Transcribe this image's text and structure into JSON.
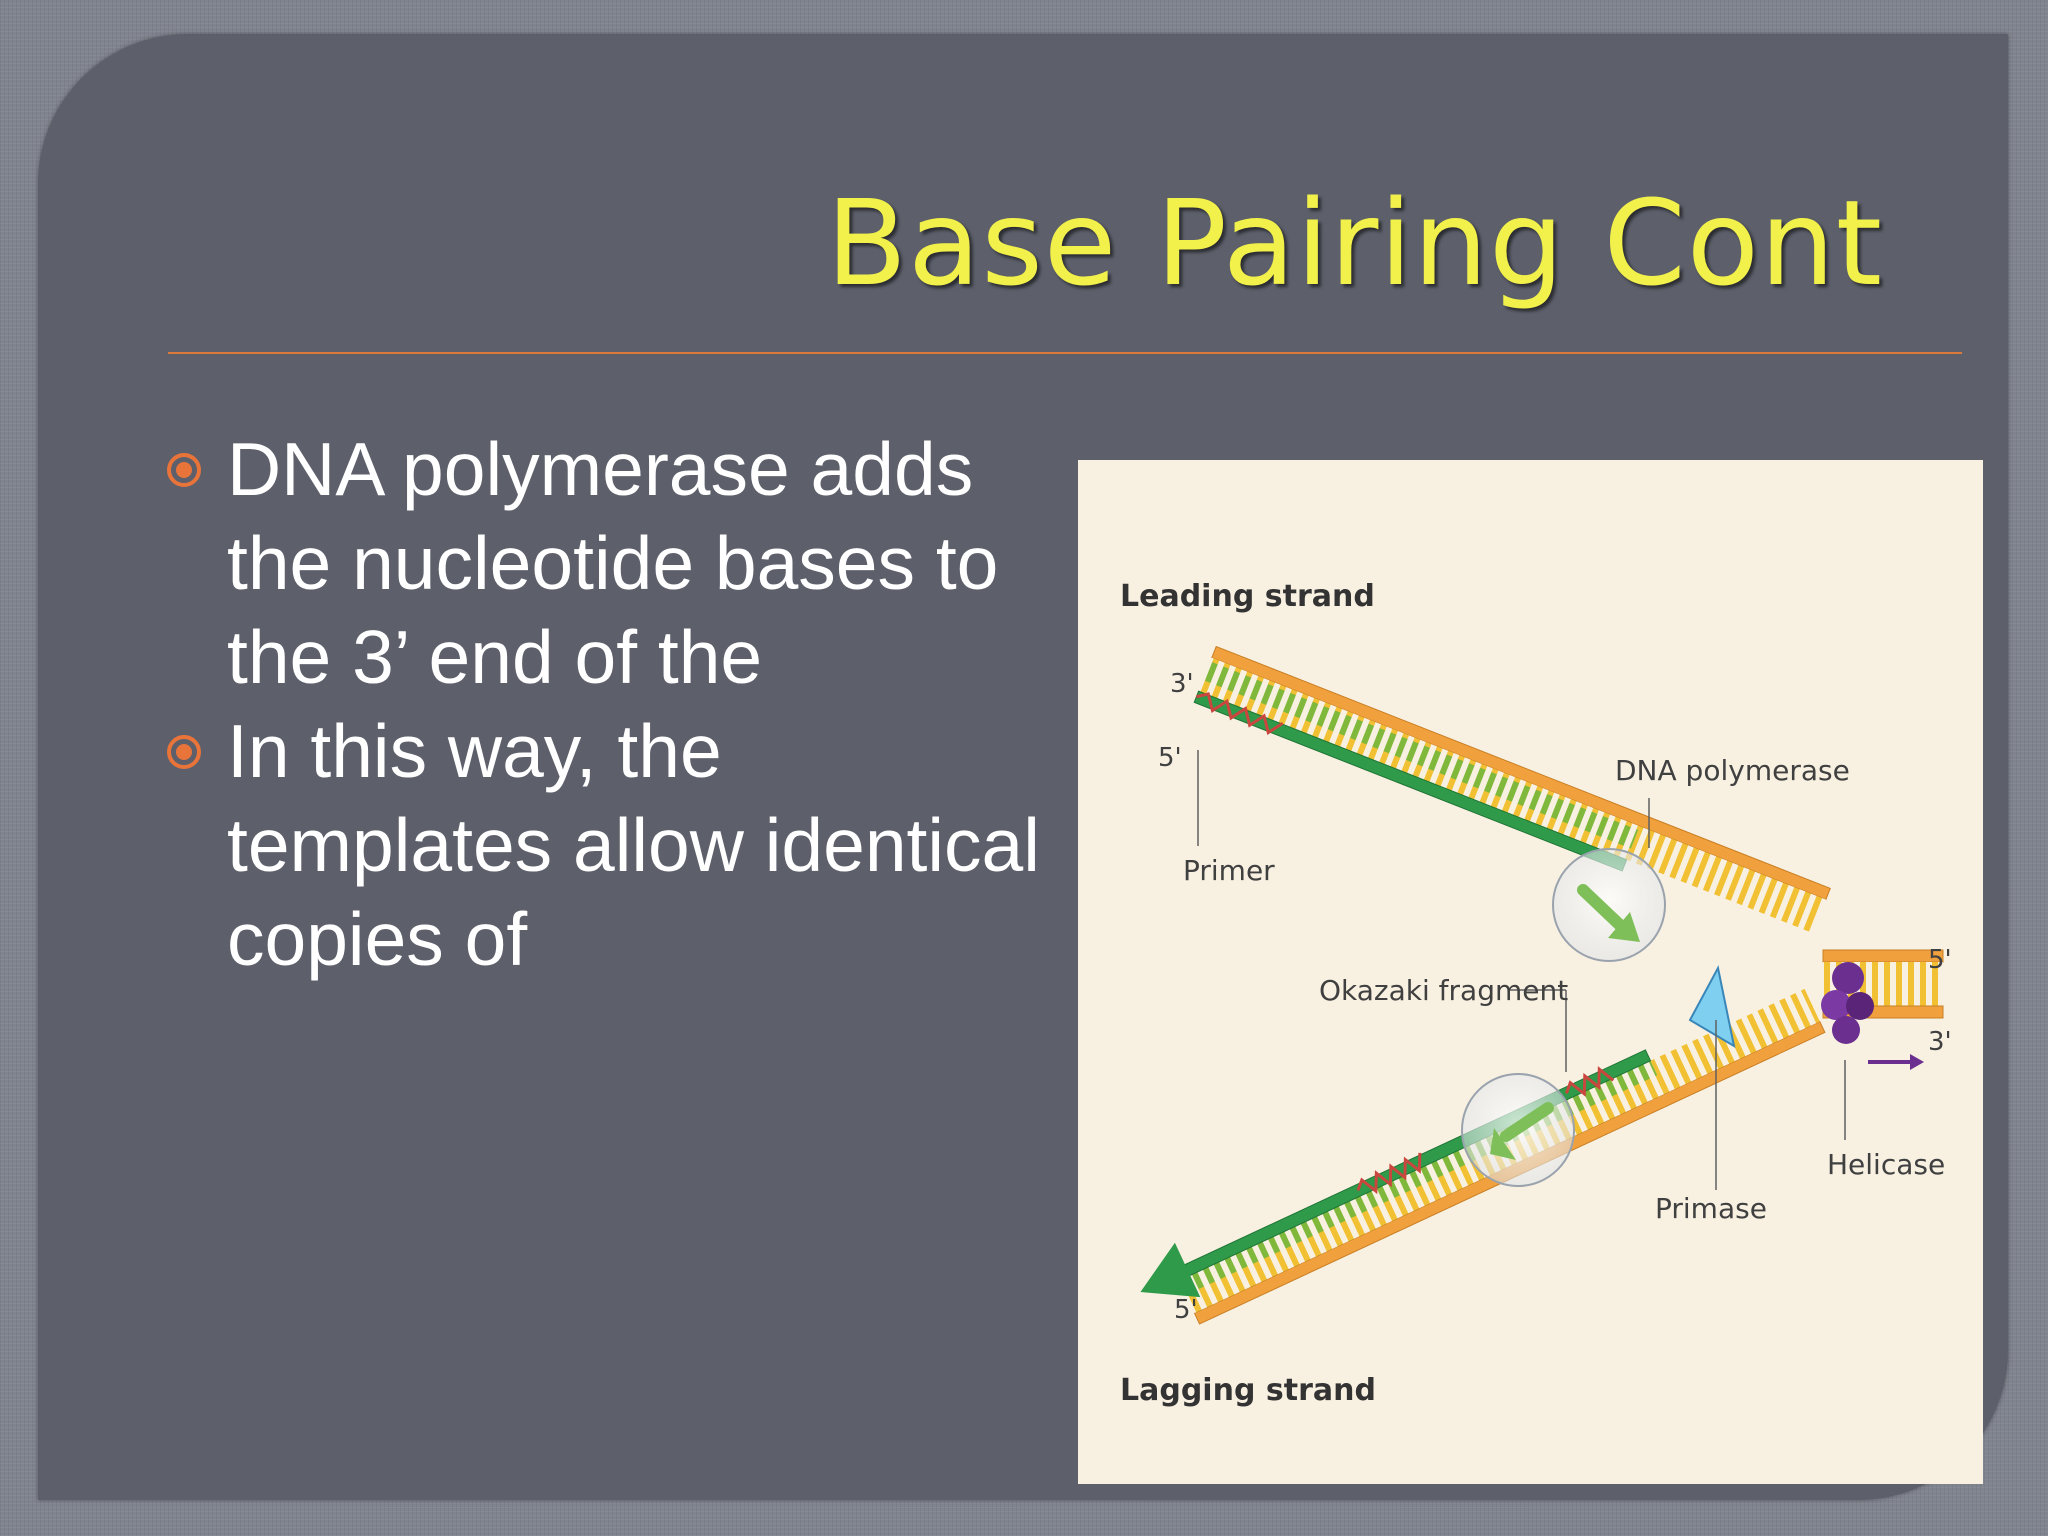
{
  "title": "Base Pairing Cont",
  "bullets": [
    "DNA polymerase adds the nucleotide bases to the 3’ end of the",
    "In this way, the templates allow identical copies of"
  ],
  "figure": {
    "leading_strand": "Leading strand",
    "lagging_strand": "Lagging strand",
    "dna_polymerase": "DNA polymerase",
    "primer": "Primer",
    "okazaki_fragment": "Okazaki fragment",
    "primase": "Primase",
    "helicase": "Helicase",
    "end_3_top": "3'",
    "end_5_top": "5'",
    "end_5_right": "5'",
    "end_3_right": "3'",
    "end_5_bottom": "5'"
  },
  "colors": {
    "title": "#f2f04a",
    "rule": "#d97a3a",
    "bullet_icon": "#e8743a",
    "slide_bg": "#5d606b",
    "strand_orange": "#f0a03c",
    "strand_green": "#2f9a4a",
    "primer_red": "#c9473f",
    "helicase_purple": "#6b2f8f"
  }
}
